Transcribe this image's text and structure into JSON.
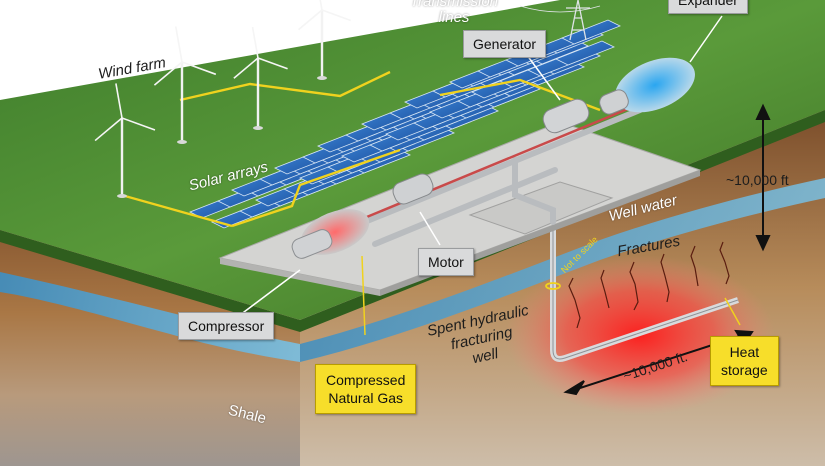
{
  "labels": {
    "wind_farm": "Wind farm",
    "transmission_lines": "Transmission lines",
    "expander": "Expander",
    "generator": "Generator",
    "solar_arrays": "Solar arrays",
    "depth": "~10,000 ft",
    "well_water": "Well water",
    "fractures": "Fractures",
    "not_to_scale": "Not to scale",
    "motor": "Motor",
    "compressor": "Compressor",
    "spent_well": "Spent hydraulic\nfracturing\nwell",
    "compressed_gas": "Compressed\nNatural Gas",
    "length": "~10,000 ft.",
    "heat_storage": "Heat\nstorage",
    "shale": "Shale"
  },
  "colors": {
    "grass": "#4f8a34",
    "soil": "#9b6a3e",
    "aquifer": "#5aa9d6",
    "solar": "#2b6fc4",
    "callout_gray": "#d9dadb",
    "callout_yellow": "#f7de2a",
    "heat": "#e8262a",
    "wiring": "#f0d21e"
  }
}
